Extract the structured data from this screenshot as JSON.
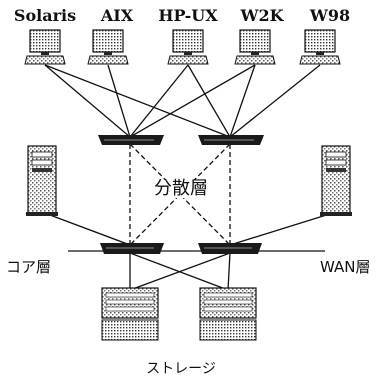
{
  "terminals": [
    {
      "label": "Solaris",
      "icon": "monitor-keyboard-icon"
    },
    {
      "label": "AIX",
      "icon": "monitor-keyboard-icon"
    },
    {
      "label": "HP-UX",
      "icon": "monitor-keyboard-icon"
    },
    {
      "label": "W2K",
      "icon": "monitor-keyboard-icon"
    },
    {
      "label": "W98",
      "icon": "monitor-keyboard-icon"
    }
  ],
  "layers": {
    "distribution": "分散層",
    "core": "コア層",
    "wan": "WAN層",
    "storage": "ストレージ"
  },
  "icons": {
    "switch": "network-switch-icon",
    "server": "tower-server-icon",
    "storage": "storage-array-icon"
  },
  "colors": {
    "line": "#111111",
    "device": "#1a1a1a",
    "paper": "#ffffff"
  }
}
